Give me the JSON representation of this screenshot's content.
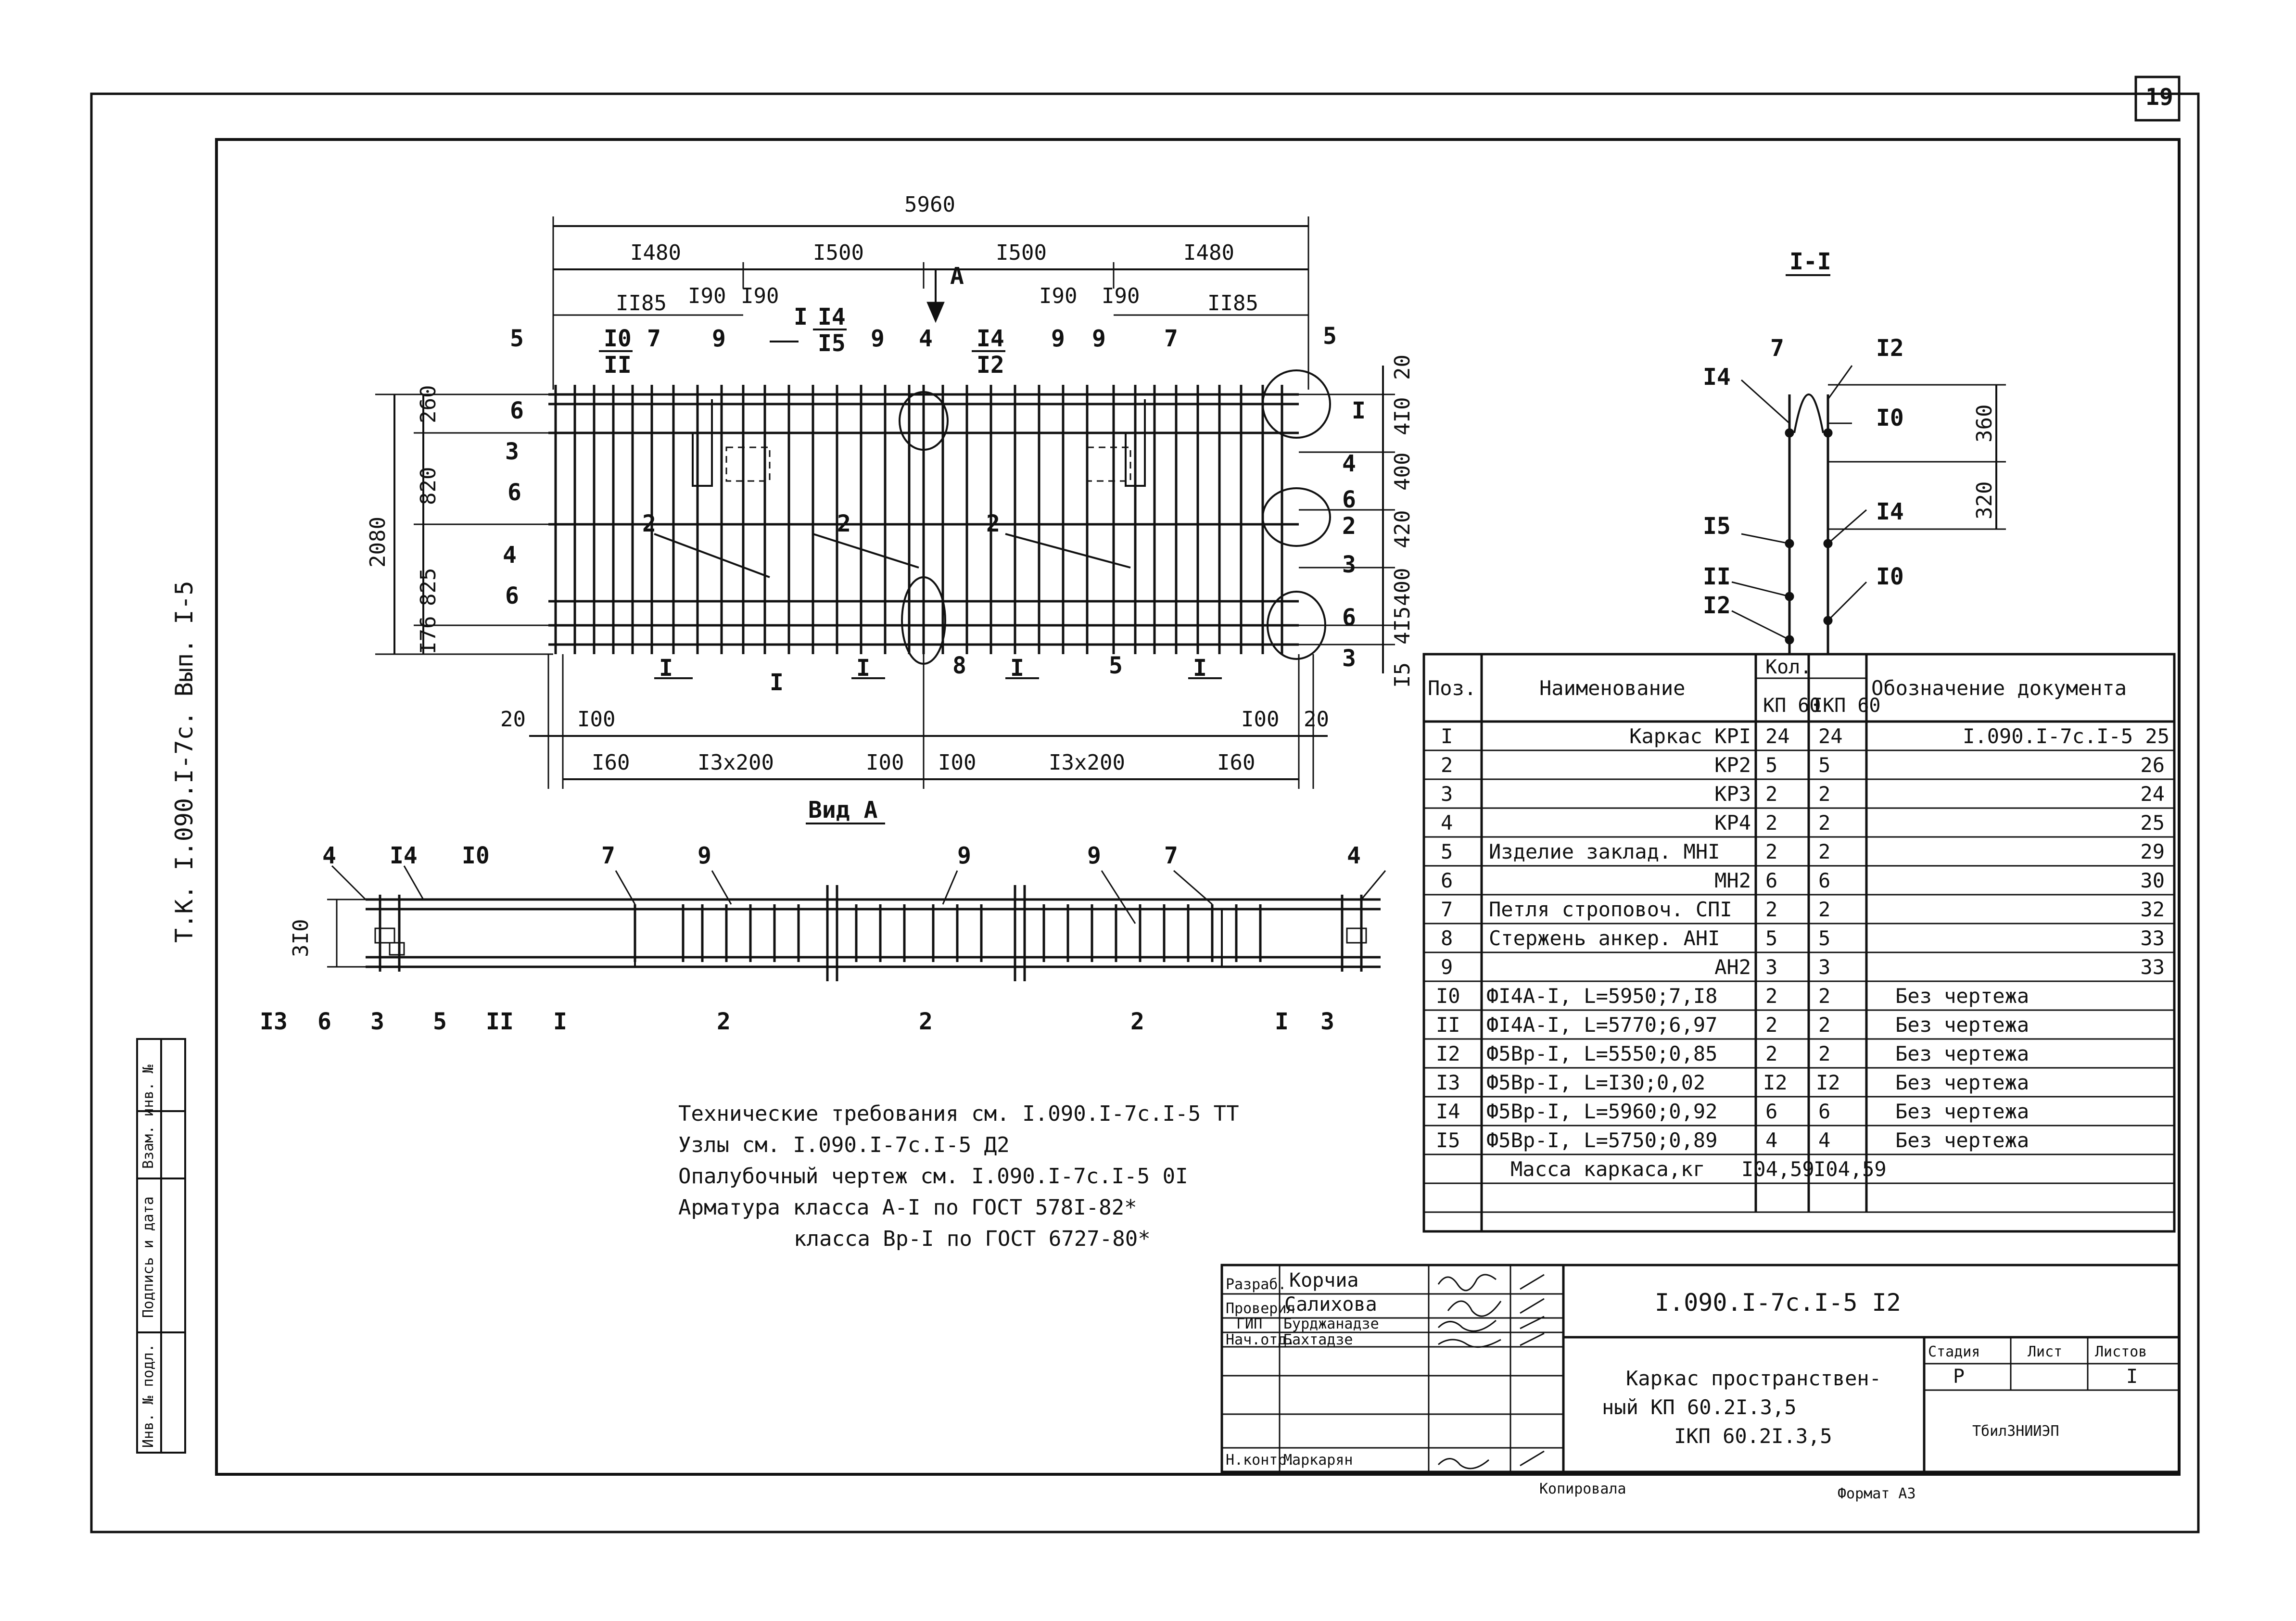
{
  "sheet": {
    "number": "19",
    "side_label": "Т.К. I.090.I-7с. Вып. I-5",
    "side_columns": [
      "Инв. № подл.",
      "Подпись и дата",
      "Взам. инв. №"
    ],
    "footer_copied": "Копировала",
    "footer_format": "Формат А3"
  },
  "plan": {
    "overall_dim": "5960",
    "top_dims": [
      "I480",
      "I500",
      "I500",
      "I480"
    ],
    "sub_dims": [
      "II85",
      "I90",
      "I90",
      "I90",
      "I90",
      "II85"
    ],
    "left_dims": [
      "260",
      "820",
      "825",
      "I76"
    ],
    "overall_height": "2080",
    "right_dims": [
      "20",
      "4I0",
      "400",
      "420",
      "400",
      "4I5",
      "I5"
    ],
    "bottom_dims": [
      "20",
      "I00",
      "I60",
      "I3x200",
      "I00",
      "I00",
      "I3x200",
      "I60",
      "I00",
      "20"
    ],
    "fraction_labels": [
      {
        "num": "I0",
        "den": "II"
      },
      {
        "num": "I4",
        "den": "I5"
      },
      {
        "num": "I4",
        "den": "I2"
      }
    ],
    "position_labels": [
      "5",
      "6",
      "3",
      "6",
      "4",
      "6",
      "7",
      "9",
      "9",
      "9",
      "4",
      "9",
      "7",
      "5",
      "4",
      "6",
      "2",
      "3",
      "6",
      "3",
      "2",
      "2",
      "2",
      "8",
      "5"
    ],
    "section_marks": [
      "I",
      "I",
      "I",
      "I",
      "I",
      "I",
      "I"
    ],
    "view_mark": "А"
  },
  "view_a": {
    "title": "Вид А",
    "height_dim": "3I0",
    "top_labels": [
      "4",
      "I4",
      "I0",
      "7",
      "9",
      "9",
      "9",
      "7",
      "4"
    ],
    "bottom_labels": [
      "I3",
      "6",
      "3",
      "5",
      "II",
      "I",
      "2",
      "2",
      "2",
      "I",
      "3"
    ]
  },
  "section": {
    "title": "I-I",
    "labels": [
      "7",
      "I2",
      "I4",
      "I0",
      "I5",
      "I4",
      "II",
      "I2",
      "I0"
    ],
    "dims": [
      "360",
      "320"
    ]
  },
  "spec_table": {
    "headers": {
      "pos": "Поз.",
      "name": "Наименование",
      "qty": "Кол.",
      "qty_a": "КП 60",
      "qty_b": "IКП 60",
      "doc": "Обозначение документа"
    },
    "rows": [
      {
        "pos": "I",
        "name": "Каркас КРI",
        "a": "24",
        "b": "24",
        "doc": "I.090.I-7с.I-5 25"
      },
      {
        "pos": "2",
        "name": "КР2",
        "a": "5",
        "b": "5",
        "doc": "26"
      },
      {
        "pos": "3",
        "name": "КР3",
        "a": "2",
        "b": "2",
        "doc": "24"
      },
      {
        "pos": "4",
        "name": "КР4",
        "a": "2",
        "b": "2",
        "doc": "25"
      },
      {
        "pos": "5",
        "name": "Изделие заклад. МНI",
        "a": "2",
        "b": "2",
        "doc": "29"
      },
      {
        "pos": "6",
        "name": "МН2",
        "a": "6",
        "b": "6",
        "doc": "30"
      },
      {
        "pos": "7",
        "name": "Петля строповоч. СПI",
        "a": "2",
        "b": "2",
        "doc": "32"
      },
      {
        "pos": "8",
        "name": "Стержень анкер. АНI",
        "a": "5",
        "b": "5",
        "doc": "33"
      },
      {
        "pos": "9",
        "name": "АН2",
        "a": "3",
        "b": "3",
        "doc": "33"
      },
      {
        "pos": "I0",
        "name": "ФI4А-I, L=5950;7,I8",
        "a": "2",
        "b": "2",
        "doc": "Без чертежа"
      },
      {
        "pos": "II",
        "name": "ФI4А-I, L=5770;6,97",
        "a": "2",
        "b": "2",
        "doc": "Без чертежа"
      },
      {
        "pos": "I2",
        "name": "Ф5Вр-I, L=5550;0,85",
        "a": "2",
        "b": "2",
        "doc": "Без чертежа"
      },
      {
        "pos": "I3",
        "name": "Ф5Вр-I, L=I30;0,02",
        "a": "I2",
        "b": "I2",
        "doc": "Без чертежа"
      },
      {
        "pos": "I4",
        "name": "Ф5Вр-I, L=5960;0,92",
        "a": "6",
        "b": "6",
        "doc": "Без чертежа"
      },
      {
        "pos": "I5",
        "name": "Ф5Вр-I, L=5750;0,89",
        "a": "4",
        "b": "4",
        "doc": "Без чертежа"
      }
    ],
    "mass_label": "Масса каркаса,кг",
    "mass_a": "I04,59",
    "mass_b": "I04,59"
  },
  "notes": [
    "Технические требования см. I.090.I-7с.I-5 ТТ",
    "Узлы см. I.090.I-7с.I-5 Д2",
    "Опалубочный чертеж см. I.090.I-7с.I-5 0I",
    "Арматура класса А-I по ГОСТ 578I-82*",
    "класса Вр-I по ГОСТ 6727-80*"
  ],
  "title_block": {
    "roles": [
      "Разраб.",
      "Проверил",
      "ГИП",
      "Нач.отд.",
      "",
      "Н.контр."
    ],
    "names": [
      "Корчиа",
      "Салихова",
      "Бурджанадзе",
      "Бахтадзе",
      "",
      "Маркарян"
    ],
    "doc_code": "I.090.I-7с.I-5 I2",
    "title_lines": [
      "Каркас пространствен-",
      "ный КП 60.2I.3,5",
      "IКП 60.2I.3,5"
    ],
    "stage_label": "Стадия",
    "sheet_label": "Лист",
    "sheets_label": "Листов",
    "stage_value": "Р",
    "sheet_value": "",
    "sheets_value": "I",
    "org": "ТбилЗНИИЭП"
  }
}
